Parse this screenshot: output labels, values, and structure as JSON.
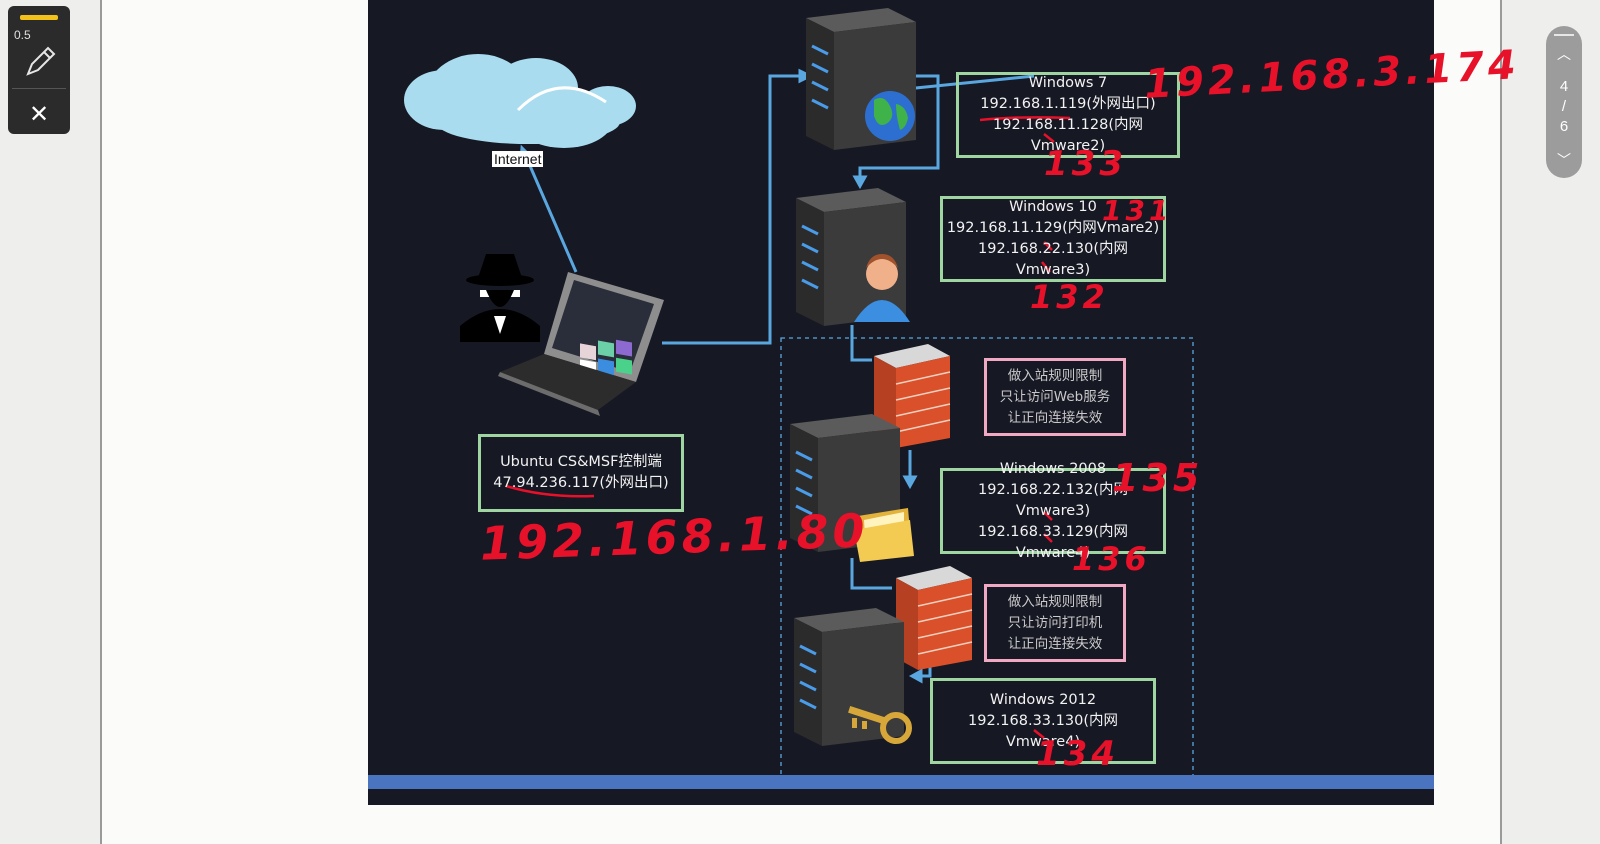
{
  "toolbar": {
    "pen_color": "#f3c21a",
    "pen_size": "0.5",
    "pen_icon": "pen-icon",
    "close_icon": "close-icon",
    "close_glyph": "✕"
  },
  "pager": {
    "current": "4",
    "separator": "/",
    "total": "6",
    "up_glyph": "︿",
    "down_glyph": "﹀"
  },
  "diagram": {
    "internet_label": "Internet",
    "win7": {
      "title": "Windows 7",
      "ip1": "192.168.1.119(外网出口)",
      "ip2": "192.168.11.128(内网Vmware2)"
    },
    "win10": {
      "title": "Windows 10",
      "ip1": "192.168.11.129(内网Vmare2)",
      "ip2": "192.168.22.130(内网Vmware3)"
    },
    "ubuntu": {
      "title": "Ubuntu CS&MSF控制端",
      "ip1": "47.94.236.117(外网出口)"
    },
    "win2008": {
      "title": "Windows 2008",
      "ip1": "192.168.22.132(内网Vmware3)",
      "ip2": "192.168.33.129(内网Vmware4)"
    },
    "win2012": {
      "title": "Windows 2012",
      "ip1": "192.168.33.130(内网Vmware4)"
    },
    "rule1": [
      "做入站规则限制",
      "只让访问Web服务",
      "让正向连接失效"
    ],
    "rule2": [
      "做入站规则限制",
      "只让访问打印机",
      "让正向连接失效"
    ],
    "colors": {
      "background": "#161824",
      "node_border": "#9fd5a0",
      "rule_border": "#f1a9c3",
      "line": "#5aa7e0",
      "annotation": "#e8112a"
    }
  },
  "annotations": {
    "win7_ip": "192.168.3.174",
    "win7_host": "133",
    "win10_host_a": "131",
    "win10_host_b": "132",
    "ubuntu_ip": "192.168.1.80",
    "win2008_host_a": "135",
    "win2008_host_b": "136",
    "win2012_host": "134"
  }
}
